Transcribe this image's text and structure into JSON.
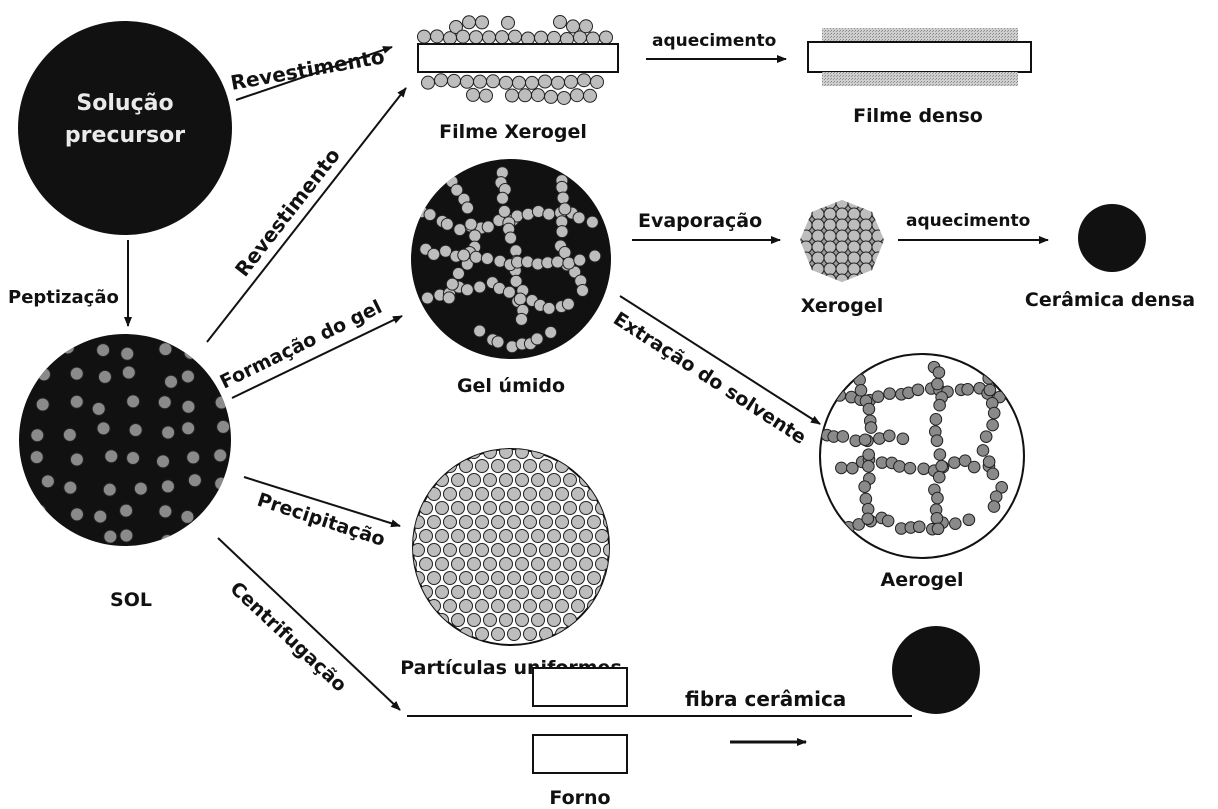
{
  "nodes": {
    "precursor_line1": "Solução",
    "precursor_line2": "precursor",
    "sol": "SOL",
    "xerogel_film": "Filme Xerogel",
    "dense_film": "Filme denso",
    "wet_gel": "Gel úmido",
    "xerogel": "Xerogel",
    "dense_ceramic": "Cerâmica densa",
    "aerogel": "Aerogel",
    "uniform_particles": "Partículas uniformes",
    "ceramic_fiber": "fibra cerâmica",
    "furnace": "Forno"
  },
  "processes": {
    "peptization": "Peptização",
    "coating_top": "Revestimento",
    "coating_diag": "Revestimento",
    "heating_film": "aquecimento",
    "gel_formation": "Formação do gel",
    "evaporation": "Evaporação",
    "heating_xerogel": "aquecimento",
    "solvent_extraction": "Extração do solvente",
    "precipitation": "Precipitação",
    "spinning": "Centrifugação"
  },
  "colors": {
    "ink": "#111111",
    "particle": "#8a8a8a",
    "particle_light": "#bdbdbd"
  }
}
